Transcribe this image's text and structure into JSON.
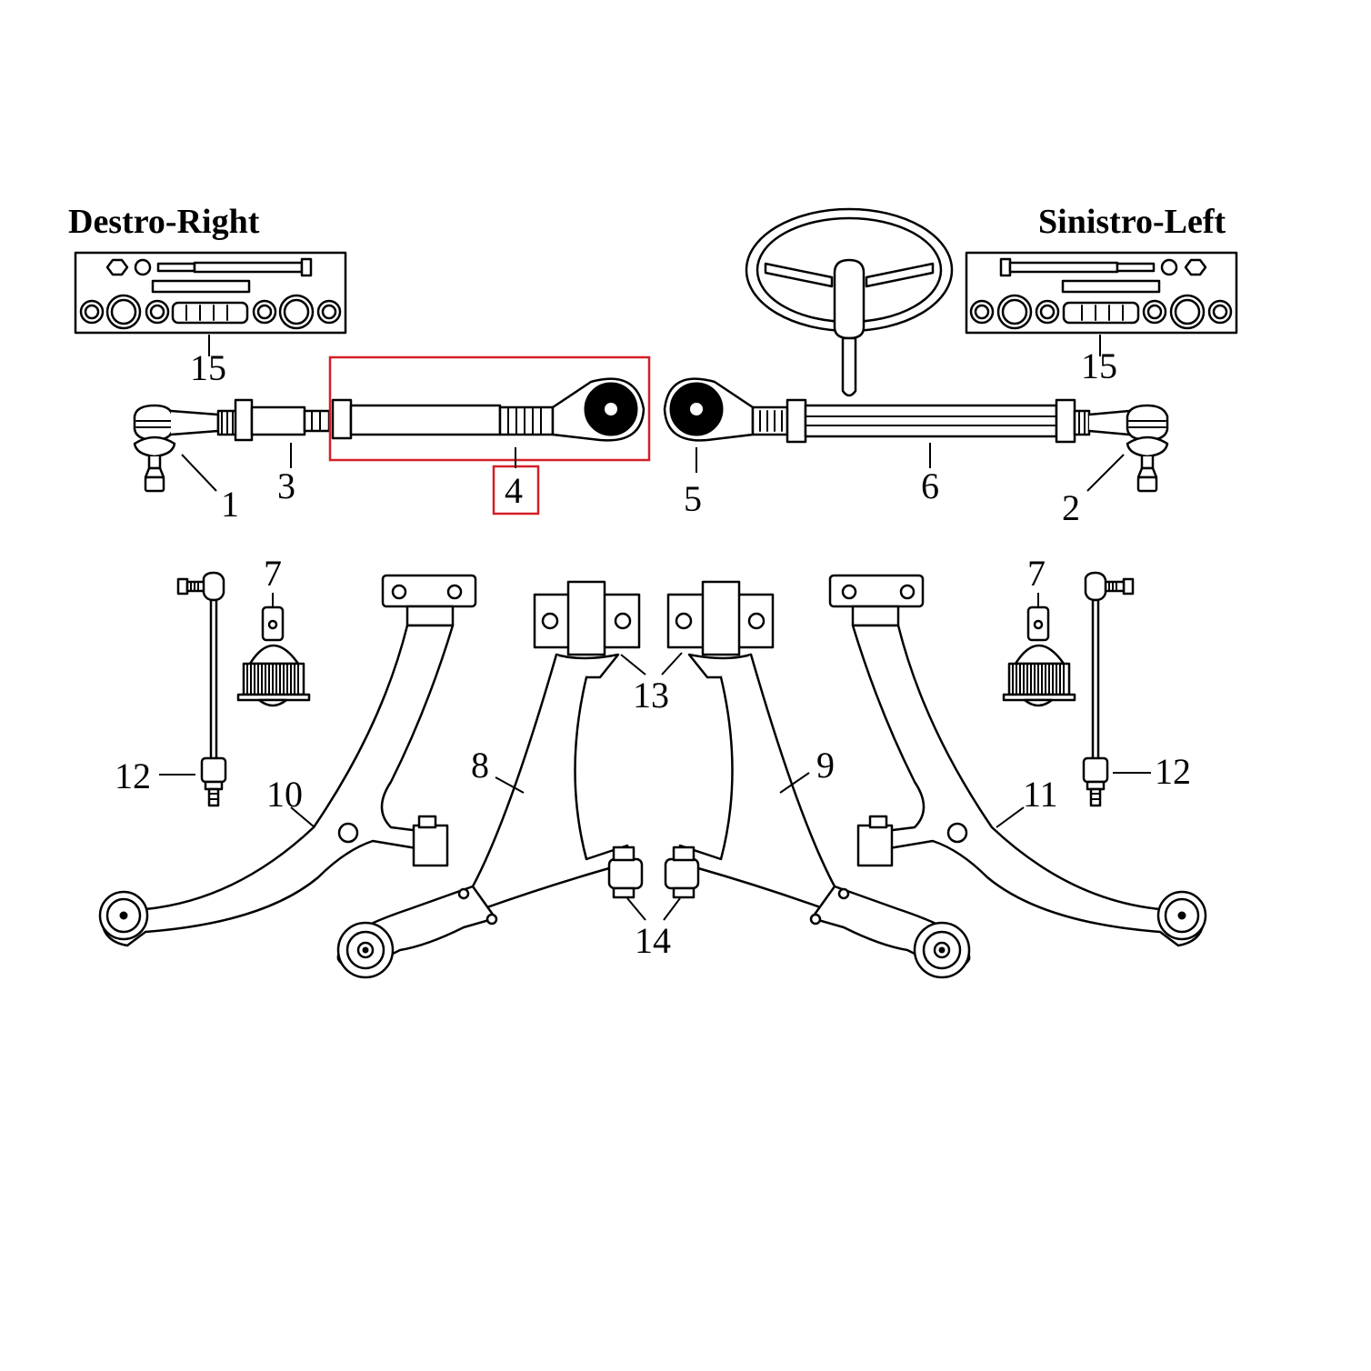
{
  "headings": {
    "right": "Destro-Right",
    "left": "Sinistro-Left"
  },
  "callouts": {
    "c1": "1",
    "c2": "2",
    "c3": "3",
    "c4": "4",
    "c5": "5",
    "c6": "6",
    "c7a": "7",
    "c7b": "7",
    "c8": "8",
    "c9": "9",
    "c10": "10",
    "c11": "11",
    "c12a": "12",
    "c12b": "12",
    "c13": "13",
    "c14": "14",
    "c15a": "15",
    "c15b": "15"
  },
  "highlight": {
    "part": "4",
    "color": "#d41f26"
  },
  "icons": [
    "steering-wheel-icon",
    "tie-rod-end-icon",
    "ball-joint-icon",
    "stabilizer-link-icon",
    "control-arm-icon",
    "bushing-icon",
    "repair-kit-icon"
  ]
}
